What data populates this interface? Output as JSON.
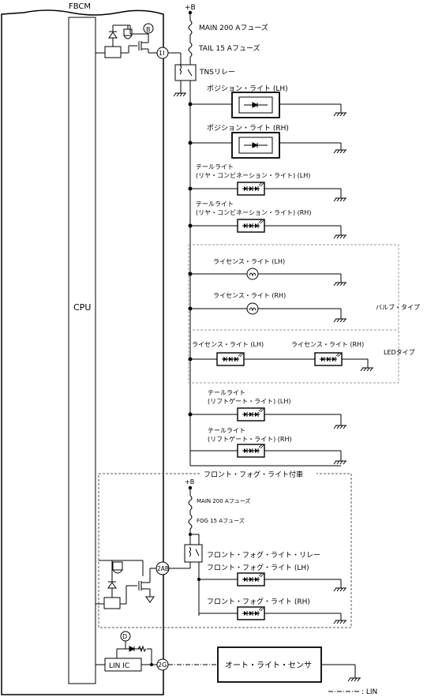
{
  "module": {
    "name": "FBCM",
    "cpu": "CPU",
    "lin_ic": "LIN IC"
  },
  "terminals": {
    "t1i": "1I",
    "t2ab": "2AB",
    "t2g": "2G"
  },
  "supply_labels": {
    "b_top": "+B",
    "b_fog": "+B",
    "circle_b": "B",
    "circle_d": "D"
  },
  "fuses": {
    "main": "MAIN 200 Aフューズ",
    "tail": "TAIL 15 Aフューズ",
    "main_fog": "MAIN 200 Aフューズ",
    "fog": "FOG 15 Aフューズ"
  },
  "relays": {
    "tns": "TNSリレー",
    "fog": "フロント・フォグ・ライト・リレー"
  },
  "lamps": {
    "pos_lh": "ポジション・ライト (LH)",
    "pos_rh": "ポジション・ライト (RH)",
    "tail_combo_lh_1": "テールライト",
    "tail_combo_lh_2": "(リヤ・コンビネーション・ライト) (LH)",
    "tail_combo_rh_1": "テールライト",
    "tail_combo_rh_2": "(リヤ・コンビネーション・ライト) (RH)",
    "lic_bulb_lh": "ライセンス・ライト (LH)",
    "lic_bulb_rh": "ライセンス・ライト (RH)",
    "lic_led_lh": "ライセンス・ライト (LH)",
    "lic_led_rh": "ライセンス・ライト (RH)",
    "tail_gate_lh_1": "テールライト",
    "tail_gate_lh_2": "(リフトゲート・ライト) (LH)",
    "tail_gate_rh_1": "テールライト",
    "tail_gate_rh_2": "(リフトゲート・ライト) (RH)",
    "fog_lh": "フロント・フォグ・ライト (LH)",
    "fog_rh": "フロント・フォグ・ライト (RH)"
  },
  "groups": {
    "bulb_type": "バルブ・タイプ",
    "led_type": "LEDタイプ",
    "fog_option": "フロント・フォグ・ライト付車"
  },
  "sensor": "オート・ライト・センサ",
  "legend": {
    "lin": ": LIN"
  }
}
